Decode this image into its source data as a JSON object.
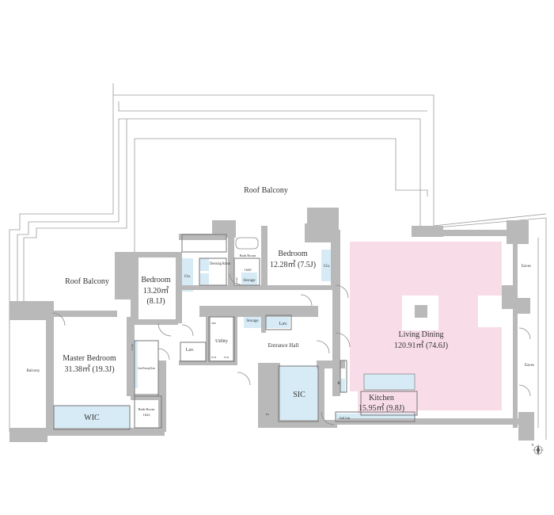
{
  "colors": {
    "living_fill": "#f8dde8",
    "wet_fill": "#d6ebf5",
    "wall": "#b9b9b9",
    "line": "#8a8a8a",
    "text": "#333333"
  },
  "rooms": {
    "roof_balcony_top": "Roof Balcony",
    "roof_balcony_left": "Roof Balcony",
    "bedroom_a": {
      "name": "Bedroom",
      "area": "13.20㎡",
      "tatami": "(8.1J)"
    },
    "bedroom_b": {
      "name": "Bedroom",
      "area": "12.28㎡ (7.5J)"
    },
    "master_bedroom": {
      "name": "Master Bedroom",
      "area": "31.38㎡ (19.3J)"
    },
    "living_dining": {
      "name": "Living Dining",
      "area": "120.91㎡ (74.6J)"
    },
    "kitchen": {
      "name": "Kitchen",
      "area": "15.95㎡ (9.8J)"
    },
    "entrance_hall": "Entrance Hall",
    "sic": "SIC",
    "wic": "WIC",
    "utility": "Utility",
    "storage_a": "Storage",
    "storage_b": "Storage",
    "lav_a": "Lav.",
    "lav_b": "Lav.",
    "clo_a": "Clo.",
    "clo_b": "Clo.",
    "dressing_room": "Dressing Room",
    "bath_room_a": {
      "name": "Bath Room",
      "code": "1620"
    },
    "bath_room_b": {
      "name": "Bath Room",
      "code": "1622"
    },
    "linen_dressing": "Linen Dressing Room",
    "linen_a": "Linen",
    "linen_b": "Linen",
    "balcony": "Balcony",
    "eaves_a": "Eaves",
    "eaves_b": "Eaves",
    "tall_cab": "Tall Cab.",
    "r_mark": "R",
    "wd_a": "W.D",
    "wd_b": "W.D",
    "mb": "MB",
    "ps": "PS"
  },
  "compass": "N"
}
